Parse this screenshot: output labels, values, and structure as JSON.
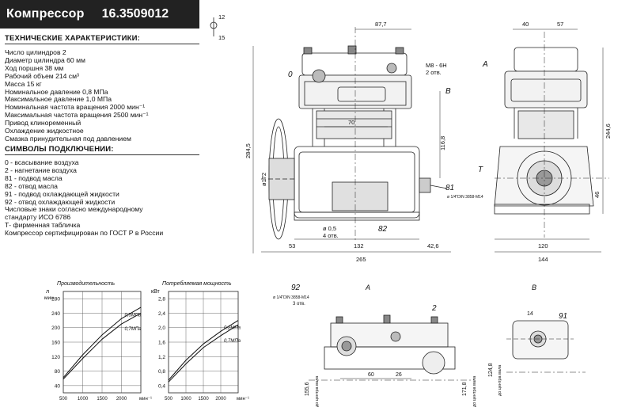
{
  "header": {
    "title": "Компрессор",
    "code": "16.3509012"
  },
  "specs": {
    "heading": "ТЕХНИЧЕСКИЕ ХАРАКТЕРИСТИКИ:",
    "items": [
      "Число цилиндров 2",
      "Диаметр цилиндра 60 мм",
      "Ход поршня   38 мм",
      "Рабочий объем    214 см³",
      "Масса 15 кг",
      "Номинальное давление   0,8 МПа",
      "Максимальное давление  1,0 МПа",
      "Номинальная частота вращения 2000 мин⁻¹",
      "Максимальная частота вращения 2500 мин⁻¹",
      "Привод клиноременный",
      "Охлаждение жидкостное",
      "Смазка принудительная под давлением"
    ]
  },
  "connections": {
    "heading": "СИМВОЛЫ ПОДКЛЮЧЕНИИ:",
    "items": [
      "0 - всасывание воздуха",
      "2 - нагнетание воздуха",
      "81 - подвод масла",
      "82 - отвод масла",
      "91 - подвод охлаждающей жидкости",
      "92 - отвод охлаждающей жидкости",
      "Числовые знаки согласно международному",
      "стандарту ИСО 6786",
      "Т- фирменная табличка",
      "Компрессор сертифицирован по ГОСТ Р в России"
    ]
  },
  "drawing": {
    "dims": {
      "d877": "87,7",
      "d40": "40",
      "d57": "57",
      "d2845": "284,5",
      "d2446": "244,6",
      "d1168": "116,8",
      "d172": "ø172",
      "d46": "46",
      "d53": "53",
      "d132": "132",
      "d426": "42,6",
      "d265": "265",
      "d120": "120",
      "d144": "144",
      "d70": "70",
      "dphi": "ø 0,5",
      "d4otv": "4 отв.",
      "m8": "M8 - 6H",
      "m8b": "2 отв.",
      "thr": "ø 1/4\"DIN 3858-M14"
    },
    "labels": {
      "l0": "0",
      "l81": "81",
      "l82": "82",
      "lA": "A",
      "lB": "B",
      "lT": "T",
      "l12": "12",
      "l15": "15"
    }
  },
  "chart_data": [
    {
      "type": "line",
      "title": "Производительность",
      "ylabel_top": "л",
      "ylabel_unit": "мин",
      "xlabel_unit": "мин⁻¹",
      "x_ticks": [
        500,
        1000,
        1500,
        2000
      ],
      "y_ticks": [
        40,
        80,
        120,
        160,
        200,
        240,
        280
      ],
      "ylim": [
        20,
        300
      ],
      "xlim": [
        500,
        2500
      ],
      "series": [
        {
          "name": "0,5МПа",
          "x": [
            500,
            1000,
            1500,
            2000,
            2500
          ],
          "y": [
            62,
            125,
            180,
            225,
            256
          ]
        },
        {
          "name": "0,7МПа",
          "x": [
            500,
            1000,
            1500,
            2000,
            2500
          ],
          "y": [
            58,
            115,
            168,
            210,
            240
          ]
        }
      ]
    },
    {
      "type": "line",
      "title": "Потребляемая мощность",
      "ylabel_top": "кВт",
      "xlabel_unit": "мин⁻¹",
      "x_ticks": [
        500,
        1000,
        1500,
        2000
      ],
      "y_ticks": [
        0.4,
        0.8,
        1.2,
        1.6,
        2.0,
        2.4,
        2.8
      ],
      "y_tick_labels": [
        "0,4",
        "0,8",
        "1,2",
        "1,6",
        "2,0",
        "2,4",
        "2,8"
      ],
      "ylim": [
        0.2,
        3.0
      ],
      "xlim": [
        500,
        2500
      ],
      "series": [
        {
          "name": "0,2МПа",
          "x": [
            500,
            1000,
            1500,
            2000,
            2500
          ],
          "y": [
            0.55,
            1.1,
            1.55,
            1.9,
            2.2
          ]
        },
        {
          "name": "0,7МПа",
          "x": [
            500,
            1000,
            1500,
            2000,
            2500
          ],
          "y": [
            0.5,
            1.0,
            1.45,
            1.78,
            2.08
          ]
        }
      ]
    }
  ],
  "views": {
    "a_label": "A",
    "b_label": "B",
    "a_dims": {
      "d92": "92",
      "d2": "2",
      "d1556": "155,6",
      "d1718": "171,8",
      "d60": "60",
      "d26": "26",
      "thr": "ø 1/4\"DIN 3858-M14",
      "otv": "3 отв.",
      "dc": "до центра вала"
    },
    "b_dims": {
      "d14": "14",
      "d91": "91",
      "d1248": "124,8",
      "dc": "до центра вала"
    }
  }
}
